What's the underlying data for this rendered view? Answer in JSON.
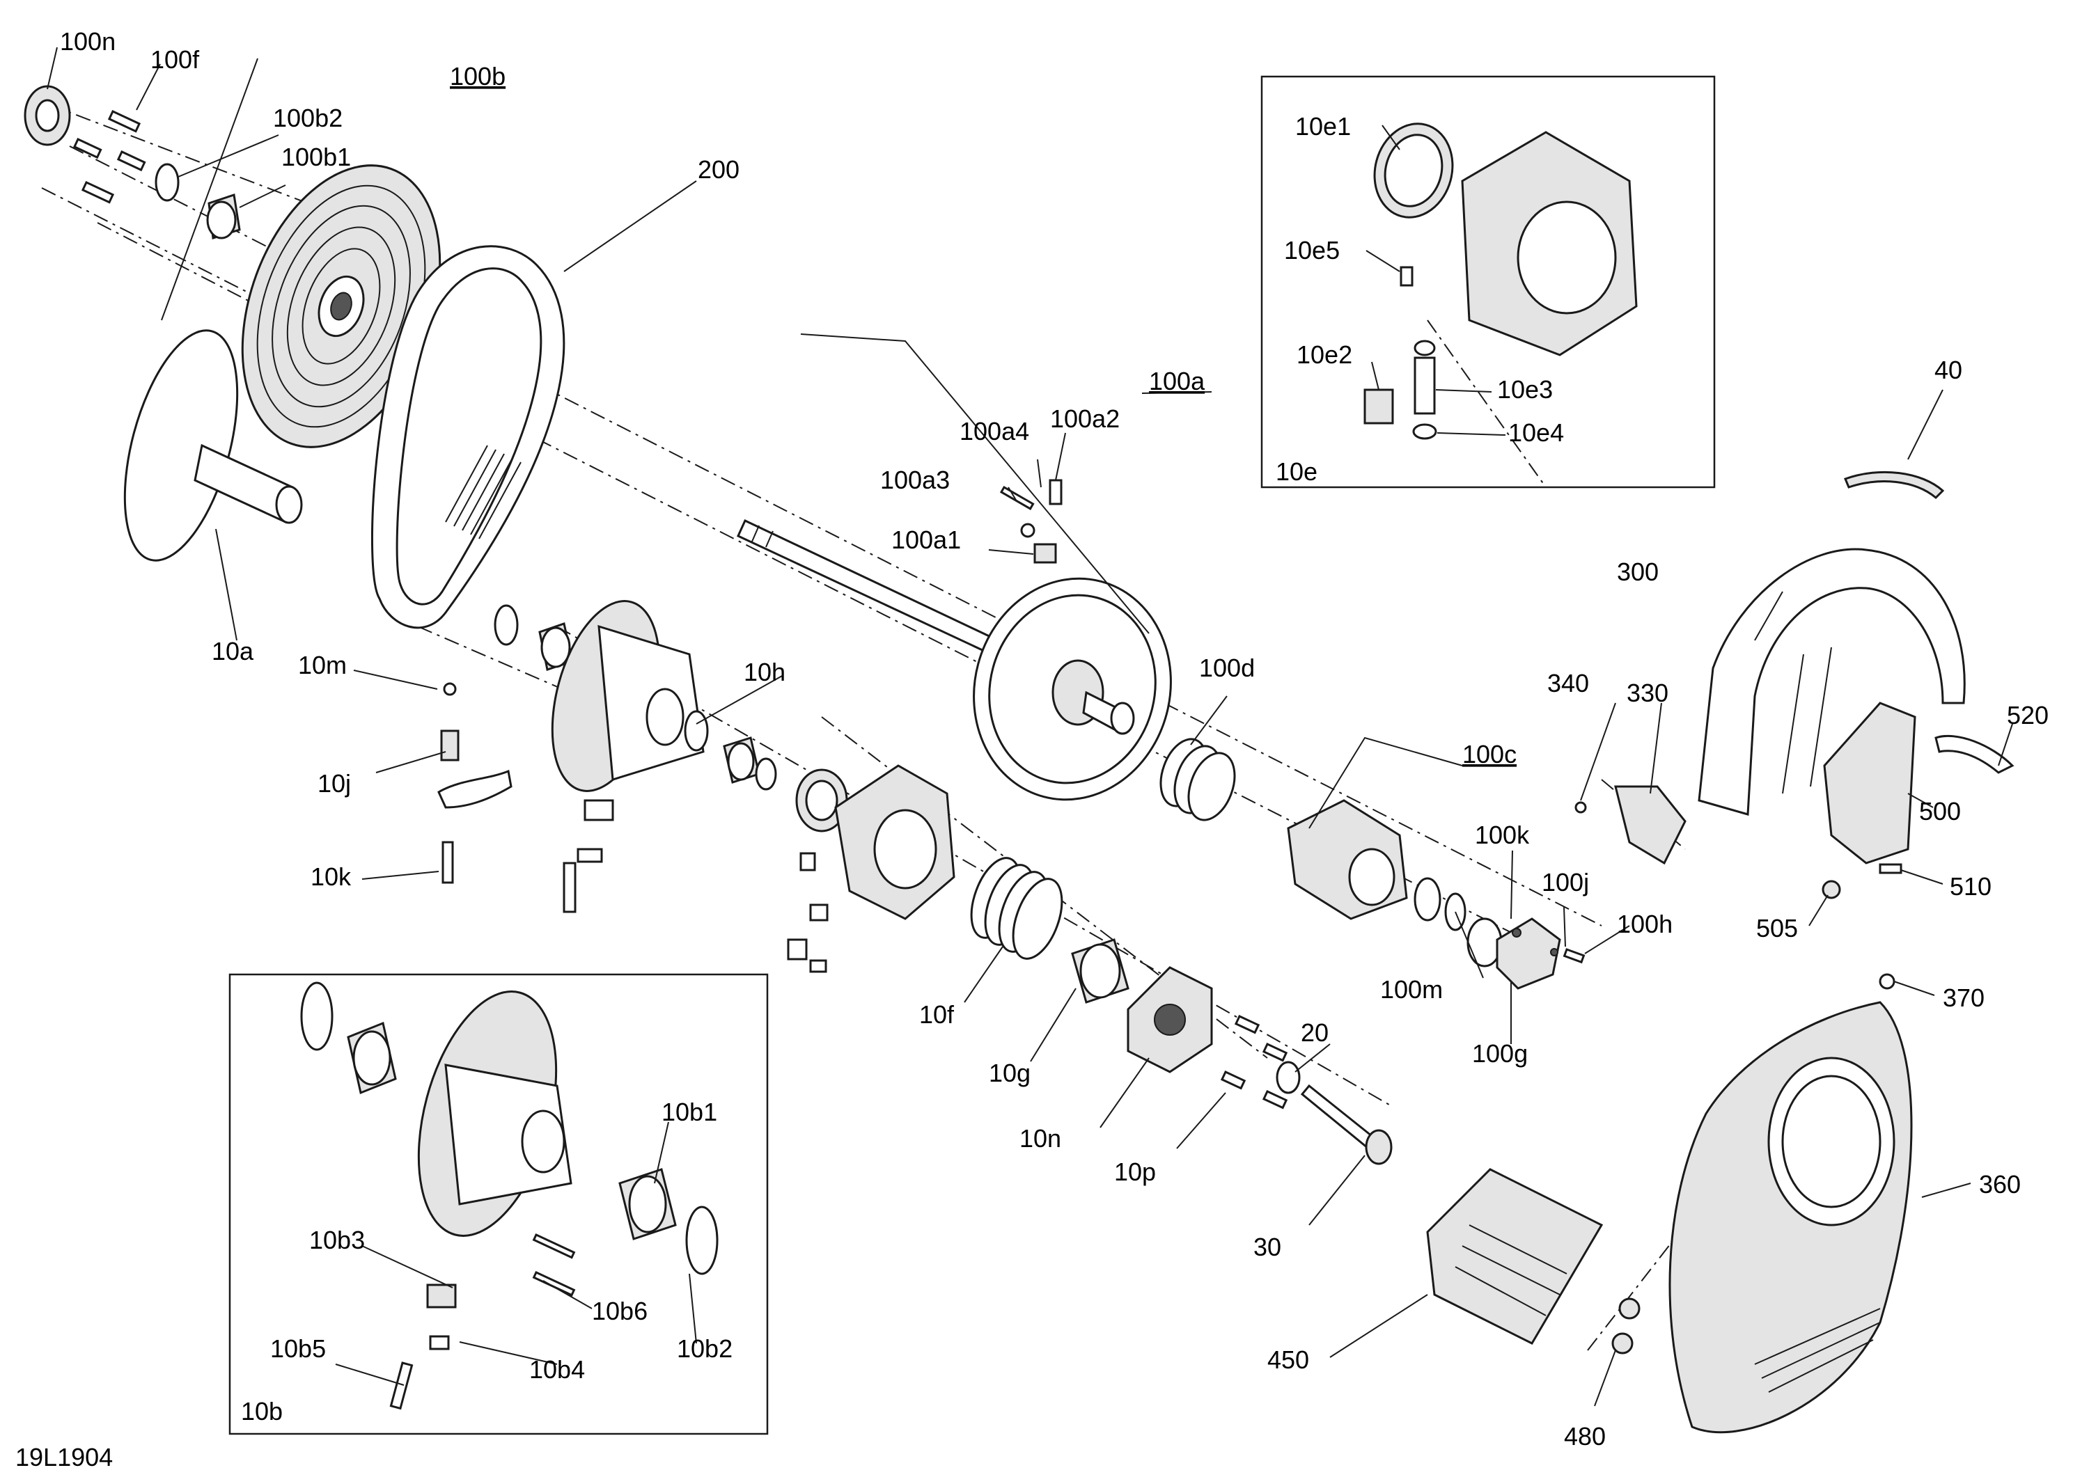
{
  "figure_id": "19L1904",
  "detail_boxes": [
    {
      "id": "detail-10e",
      "label": "10e"
    },
    {
      "id": "detail-10b",
      "label": "10b"
    }
  ],
  "callouts": [
    {
      "id": "100n",
      "text": "100n"
    },
    {
      "id": "100f",
      "text": "100f"
    },
    {
      "id": "100b",
      "text": "100b"
    },
    {
      "id": "100b2",
      "text": "100b2"
    },
    {
      "id": "100b1",
      "text": "100b1"
    },
    {
      "id": "200",
      "text": "200"
    },
    {
      "id": "100a",
      "text": "100a"
    },
    {
      "id": "100a4",
      "text": "100a4"
    },
    {
      "id": "100a2",
      "text": "100a2"
    },
    {
      "id": "100a3",
      "text": "100a3"
    },
    {
      "id": "100a1",
      "text": "100a1"
    },
    {
      "id": "10a",
      "text": "10a"
    },
    {
      "id": "10m",
      "text": "10m"
    },
    {
      "id": "10h",
      "text": "10h"
    },
    {
      "id": "10j",
      "text": "10j"
    },
    {
      "id": "10k",
      "text": "10k"
    },
    {
      "id": "100d",
      "text": "100d"
    },
    {
      "id": "100c",
      "text": "100c"
    },
    {
      "id": "100k",
      "text": "100k"
    },
    {
      "id": "100j",
      "text": "100j"
    },
    {
      "id": "100h",
      "text": "100h"
    },
    {
      "id": "100m",
      "text": "100m"
    },
    {
      "id": "100g",
      "text": "100g"
    },
    {
      "id": "10f",
      "text": "10f"
    },
    {
      "id": "10g",
      "text": "10g"
    },
    {
      "id": "10n",
      "text": "10n"
    },
    {
      "id": "10p",
      "text": "10p"
    },
    {
      "id": "20",
      "text": "20"
    },
    {
      "id": "30",
      "text": "30"
    },
    {
      "id": "10e1",
      "text": "10e1"
    },
    {
      "id": "10e5",
      "text": "10e5"
    },
    {
      "id": "10e2",
      "text": "10e2"
    },
    {
      "id": "10e3",
      "text": "10e3"
    },
    {
      "id": "10e4",
      "text": "10e4"
    },
    {
      "id": "40",
      "text": "40"
    },
    {
      "id": "300",
      "text": "300"
    },
    {
      "id": "340",
      "text": "340"
    },
    {
      "id": "330",
      "text": "330"
    },
    {
      "id": "520",
      "text": "520"
    },
    {
      "id": "500",
      "text": "500"
    },
    {
      "id": "510",
      "text": "510"
    },
    {
      "id": "505",
      "text": "505"
    },
    {
      "id": "370",
      "text": "370"
    },
    {
      "id": "360",
      "text": "360"
    },
    {
      "id": "450",
      "text": "450"
    },
    {
      "id": "480",
      "text": "480"
    },
    {
      "id": "10b1",
      "text": "10b1"
    },
    {
      "id": "10b3",
      "text": "10b3"
    },
    {
      "id": "10b6",
      "text": "10b6"
    },
    {
      "id": "10b2",
      "text": "10b2"
    },
    {
      "id": "10b5",
      "text": "10b5"
    },
    {
      "id": "10b4",
      "text": "10b4"
    }
  ]
}
